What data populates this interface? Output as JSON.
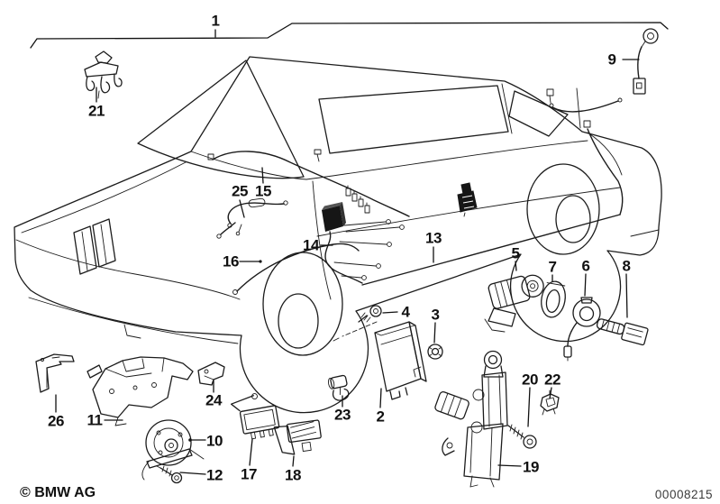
{
  "document": {
    "copyright": "© BMW AG",
    "doc_number": "00008215"
  },
  "colors": {
    "ink": "#1c1c1c",
    "background": "#ffffff"
  },
  "diagram": {
    "callouts": [
      "1",
      "2",
      "3",
      "4",
      "5",
      "6",
      "7",
      "8",
      "9",
      "10",
      "11",
      "12",
      "13",
      "14",
      "15",
      "16",
      "17",
      "18",
      "19",
      "20",
      "21",
      "22",
      "23",
      "24",
      "25",
      "26"
    ]
  }
}
